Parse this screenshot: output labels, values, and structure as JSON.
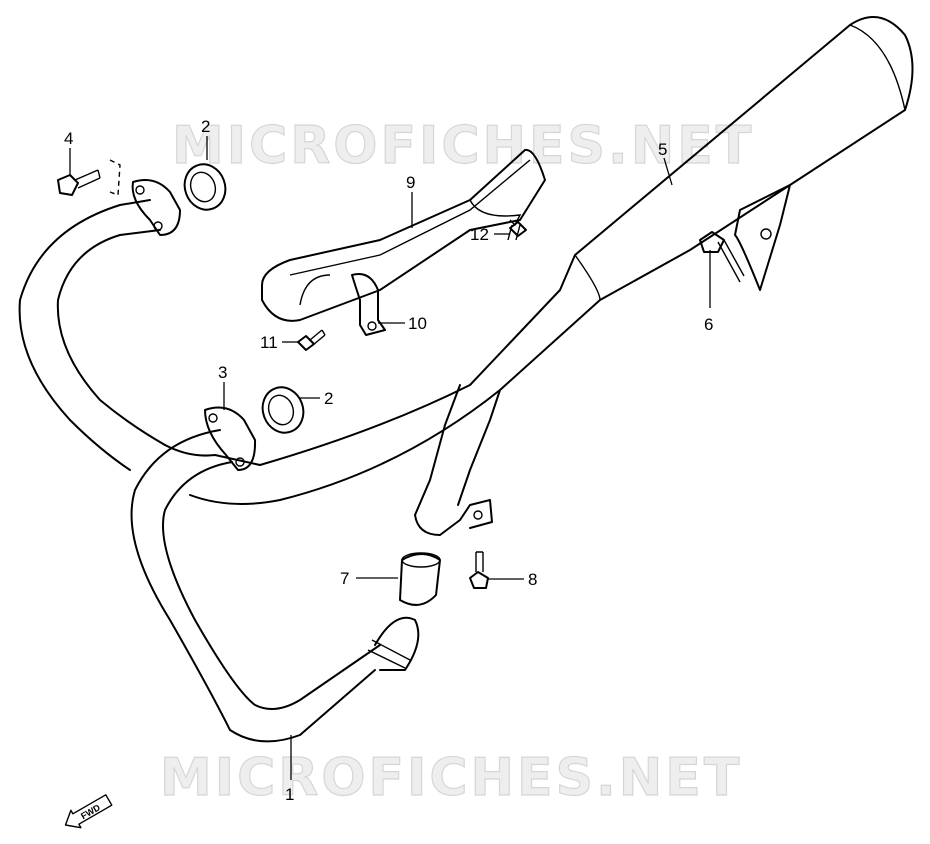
{
  "watermark": {
    "text": "MICROFICHES.NET"
  },
  "direction_badge": {
    "label": "FWD"
  },
  "callouts": {
    "c1": "1",
    "c2a": "2",
    "c2b": "2",
    "c3": "3",
    "c4": "4",
    "c5": "5",
    "c6": "6",
    "c7": "7",
    "c8": "8",
    "c9": "9",
    "c10": "10",
    "c11": "11",
    "c12": "12"
  }
}
